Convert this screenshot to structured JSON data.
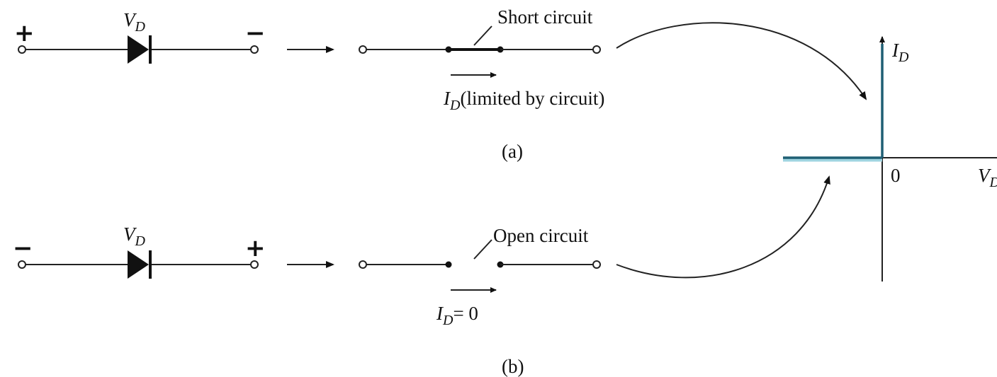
{
  "panel_a": {
    "polarity_left": "+",
    "polarity_right": "−",
    "diode_label_main": "V",
    "diode_label_sub": "D",
    "switch_label": "Short circuit",
    "current_label_main": "I",
    "current_label_sub": "D",
    "current_note": "(limited by circuit)",
    "caption": "(a)"
  },
  "panel_b": {
    "polarity_left": "−",
    "polarity_right": "+",
    "diode_label_main": "V",
    "diode_label_sub": "D",
    "switch_label": "Open circuit",
    "current_label_main": "I",
    "current_label_sub": "D",
    "current_note": "= 0",
    "caption": "(b)"
  },
  "graph": {
    "y_axis_label_main": "I",
    "y_axis_label_sub": "D",
    "x_axis_label_main": "V",
    "x_axis_label_sub": "D",
    "origin_label": "0",
    "curve_color": "#1f5f74",
    "highlight_color": "#9fd4e0"
  },
  "colors": {
    "ink": "#111111",
    "background": "#ffffff"
  }
}
